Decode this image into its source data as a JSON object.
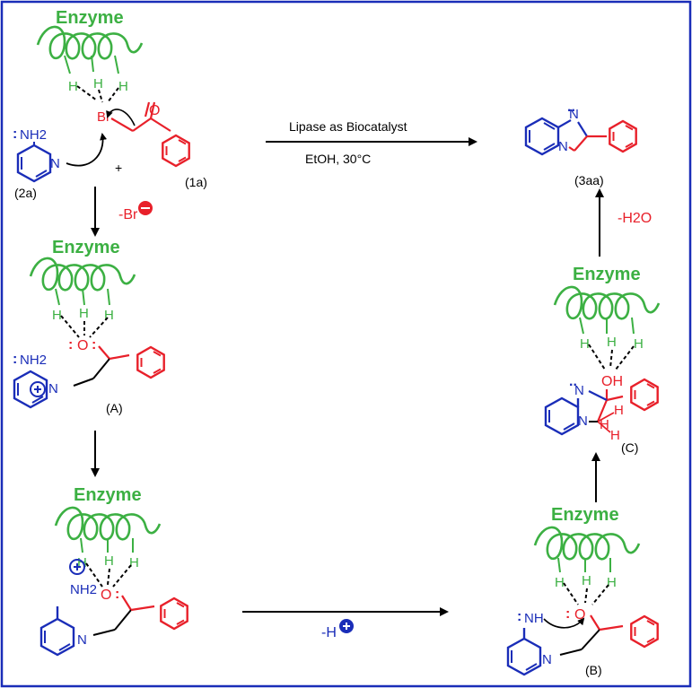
{
  "enzyme_label": "Enzyme",
  "hydrogen": "H",
  "labels": {
    "c2a": "(2a)",
    "c1a": "(1a)",
    "c3aa": "(3aa)",
    "intA": "(A)",
    "intB": "(B)",
    "intC": "(C)"
  },
  "reagents": {
    "catalyst": "Lipase as Biocatalyst",
    "conditions": "EtOH,  30°C",
    "loss_br": "-Br",
    "loss_h2o": "-H2O",
    "loss_h": "-H",
    "plus": "+"
  },
  "atoms": {
    "nh2": "NH2",
    "nh": "NH",
    "n": "N",
    "br": "Br",
    "o": "O",
    "oh": "OH"
  },
  "colors": {
    "enzyme": "#3cb043",
    "pyridine": "#1a2db8",
    "ketone": "#e8202a",
    "border": "#1a2db8"
  }
}
